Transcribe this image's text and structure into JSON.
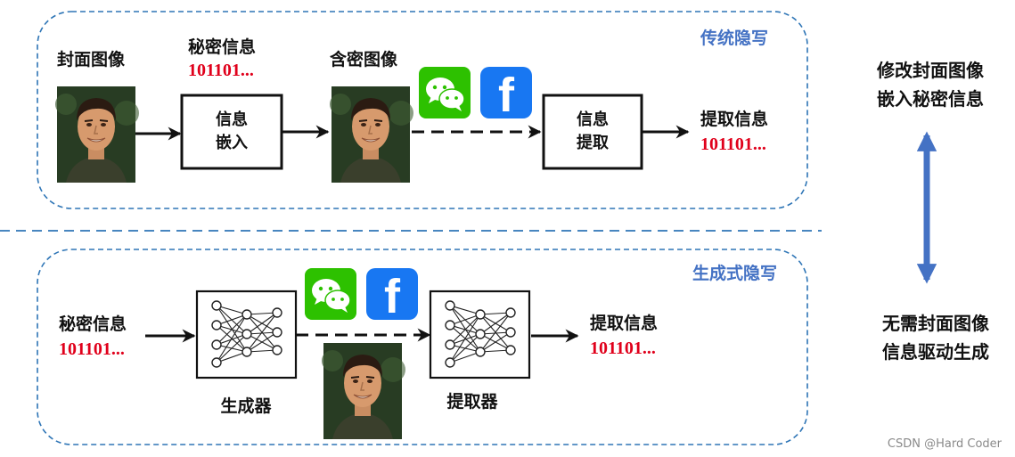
{
  "traditional": {
    "title": "传统隐写",
    "cover_label": "封面图像",
    "secret_label": "秘密信息",
    "secret_bits": "101101...",
    "stego_label": "含密图像",
    "embed_line1": "信息",
    "embed_line2": "嵌入",
    "extract_line1": "信息",
    "extract_line2": "提取",
    "extracted_label": "提取信息",
    "extracted_bits": "101101..."
  },
  "generative": {
    "title": "生成式隐写",
    "secret_label": "秘密信息",
    "secret_bits": "101101...",
    "generator_label": "生成器",
    "extractor_label": "提取器",
    "extracted_label": "提取信息",
    "extracted_bits": "101101..."
  },
  "side": {
    "top_line1": "修改封面图像",
    "top_line2": "嵌入秘密信息",
    "bottom_line1": "无需封面图像",
    "bottom_line2": "信息驱动生成"
  },
  "icons": {
    "wechat": "wechat-icon",
    "facebook": "facebook-icon",
    "facebook_glyph": "f"
  },
  "colors": {
    "accent_blue": "#4472c4",
    "dashed_border": "#2e75b6",
    "bits_red": "#e0001b",
    "wechat_green": "#2dc100",
    "facebook_blue": "#1877f2"
  },
  "watermark": "CSDN @Hard Coder"
}
